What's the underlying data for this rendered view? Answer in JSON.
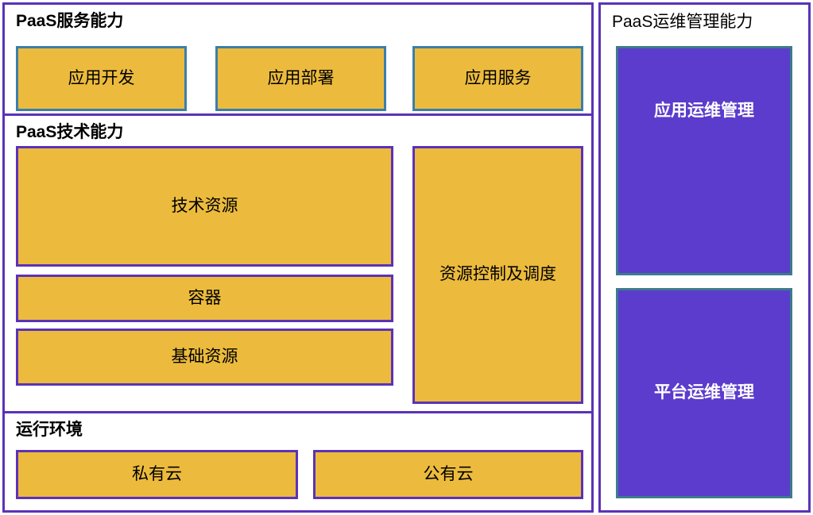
{
  "diagram": {
    "left_panel": {
      "sections": [
        {
          "title": "PaaS服务能力",
          "boxes": [
            {
              "label": "应用开发"
            },
            {
              "label": "应用部署"
            },
            {
              "label": "应用服务"
            }
          ]
        },
        {
          "title": "PaaS技术能力",
          "boxes": [
            {
              "label": "技术资源"
            },
            {
              "label": "容器"
            },
            {
              "label": "基础资源"
            },
            {
              "label": "资源控制及调度"
            }
          ]
        },
        {
          "title": "运行环境",
          "boxes": [
            {
              "label": "私有云"
            },
            {
              "label": "公有云"
            }
          ]
        }
      ]
    },
    "right_panel": {
      "title": "PaaS运维管理能力",
      "boxes": [
        {
          "label": "应用运维管理"
        },
        {
          "label": "平台运维管理"
        }
      ]
    },
    "colors": {
      "resource_fill": "#ECBB3D",
      "service_border": "#3B7FA8",
      "frame_border": "#5B32B8",
      "ops_fill": "#5B3CCC",
      "ops_border": "#3D7B8C",
      "background": "#FFFFFF",
      "text": "#000000",
      "ops_text": "#FFFFFF"
    }
  }
}
